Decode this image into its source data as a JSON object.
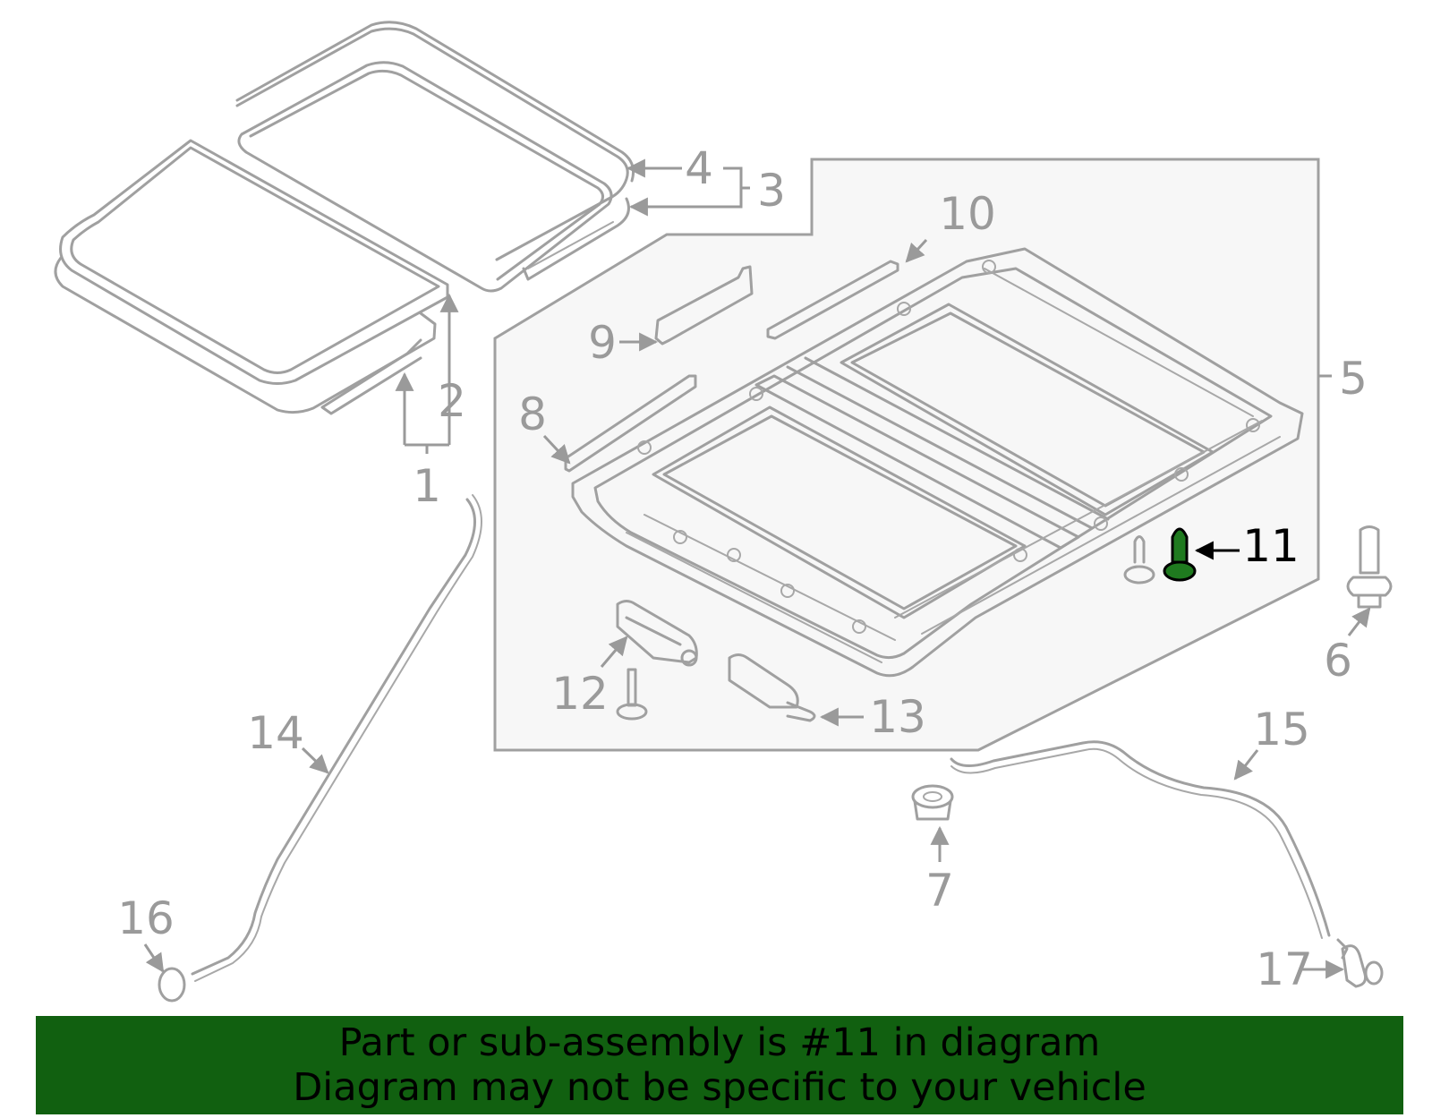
{
  "colors": {
    "line": "#a0a0a0",
    "label": "#9a9a9a",
    "highlight_part": "#1f7a1f",
    "highlight_label": "#000000",
    "banner_bg": "#116010",
    "banner_text": "#000000",
    "panel_bg": "#f7f7f7"
  },
  "callouts": {
    "c1": "1",
    "c2": "2",
    "c3": "3",
    "c4": "4",
    "c5": "5",
    "c6": "6",
    "c7": "7",
    "c8": "8",
    "c9": "9",
    "c10": "10",
    "c11": "11",
    "c12": "12",
    "c13": "13",
    "c14": "14",
    "c15": "15",
    "c16": "16",
    "c17": "17"
  },
  "highlighted_part": "11",
  "banner": {
    "line1": "Part or sub-assembly is #11 in diagram",
    "line2": "Diagram may not be specific to your vehicle"
  }
}
